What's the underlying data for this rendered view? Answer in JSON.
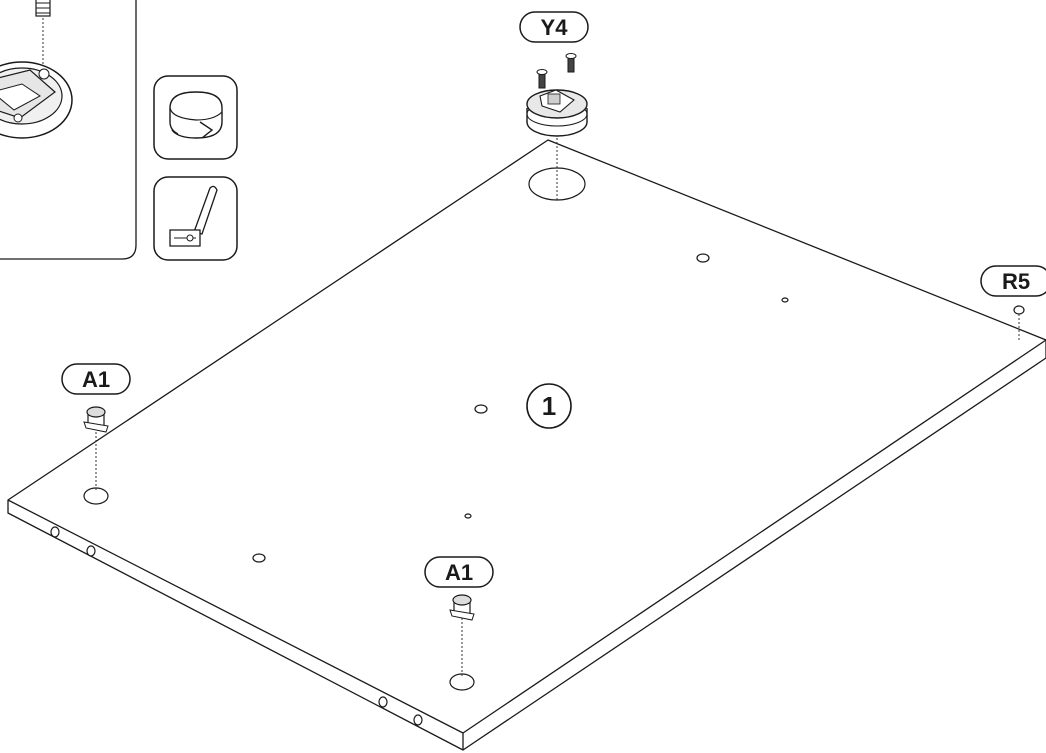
{
  "diagram": {
    "callouts": {
      "panel": "1",
      "fitting_top": "Y4",
      "part_right": "R5",
      "cam_left": "A1",
      "cam_front": "A1"
    },
    "tool_icons": [
      "rotate-tool-icon",
      "hammer-tool-icon"
    ],
    "colors": {
      "line": "#1a1a1a",
      "background": "#ffffff"
    }
  }
}
